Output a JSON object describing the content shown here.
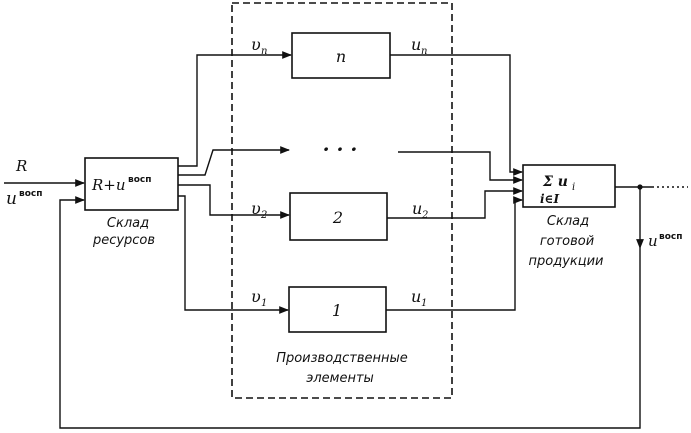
{
  "input": {
    "r": "R",
    "u": "u",
    "u_sup": "восп"
  },
  "resource_block": {
    "label_main": "R+u",
    "label_sup": "восп",
    "caption": [
      "Склад",
      "ресурсов"
    ]
  },
  "production": {
    "caption": [
      "Производственные",
      "элементы"
    ],
    "ellipsis": "· · ·",
    "elements": [
      {
        "name": "n",
        "v": "υ",
        "v_sub": "n",
        "u": "u",
        "u_sub": "n"
      },
      {
        "name": "2",
        "v": "υ",
        "v_sub": "2",
        "u": "u",
        "u_sub": "2"
      },
      {
        "name": "1",
        "v": "υ",
        "v_sub": "1",
        "u": "u",
        "u_sub": "1"
      }
    ]
  },
  "output_block": {
    "sum": "Σ u",
    "sum_sub": "i",
    "set": "i∈I",
    "caption": [
      "Склад",
      "готовой",
      "продукции"
    ]
  },
  "feedback": {
    "u": "u",
    "u_sup": "восп"
  }
}
